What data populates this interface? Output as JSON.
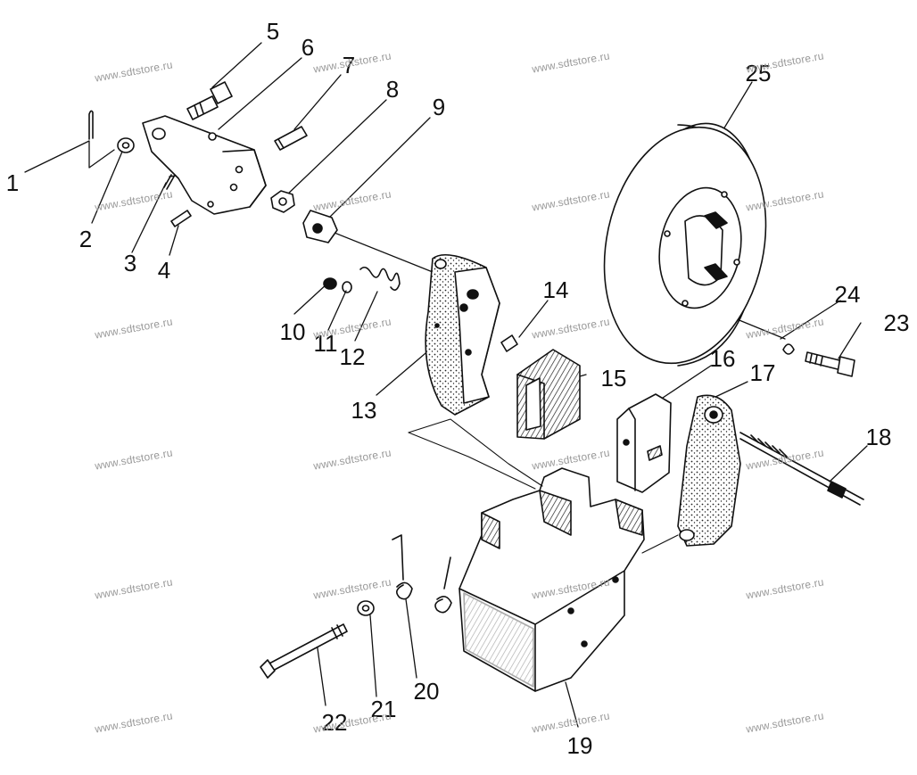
{
  "diagram": {
    "part_numbers": [
      "1",
      "2",
      "3",
      "4",
      "5",
      "6",
      "7",
      "8",
      "9",
      "10",
      "11",
      "12",
      "13",
      "14",
      "15",
      "16",
      "17",
      "18",
      "19",
      "20",
      "21",
      "22",
      "23",
      "24",
      "25"
    ],
    "watermark": "www.sdtstore.ru"
  }
}
